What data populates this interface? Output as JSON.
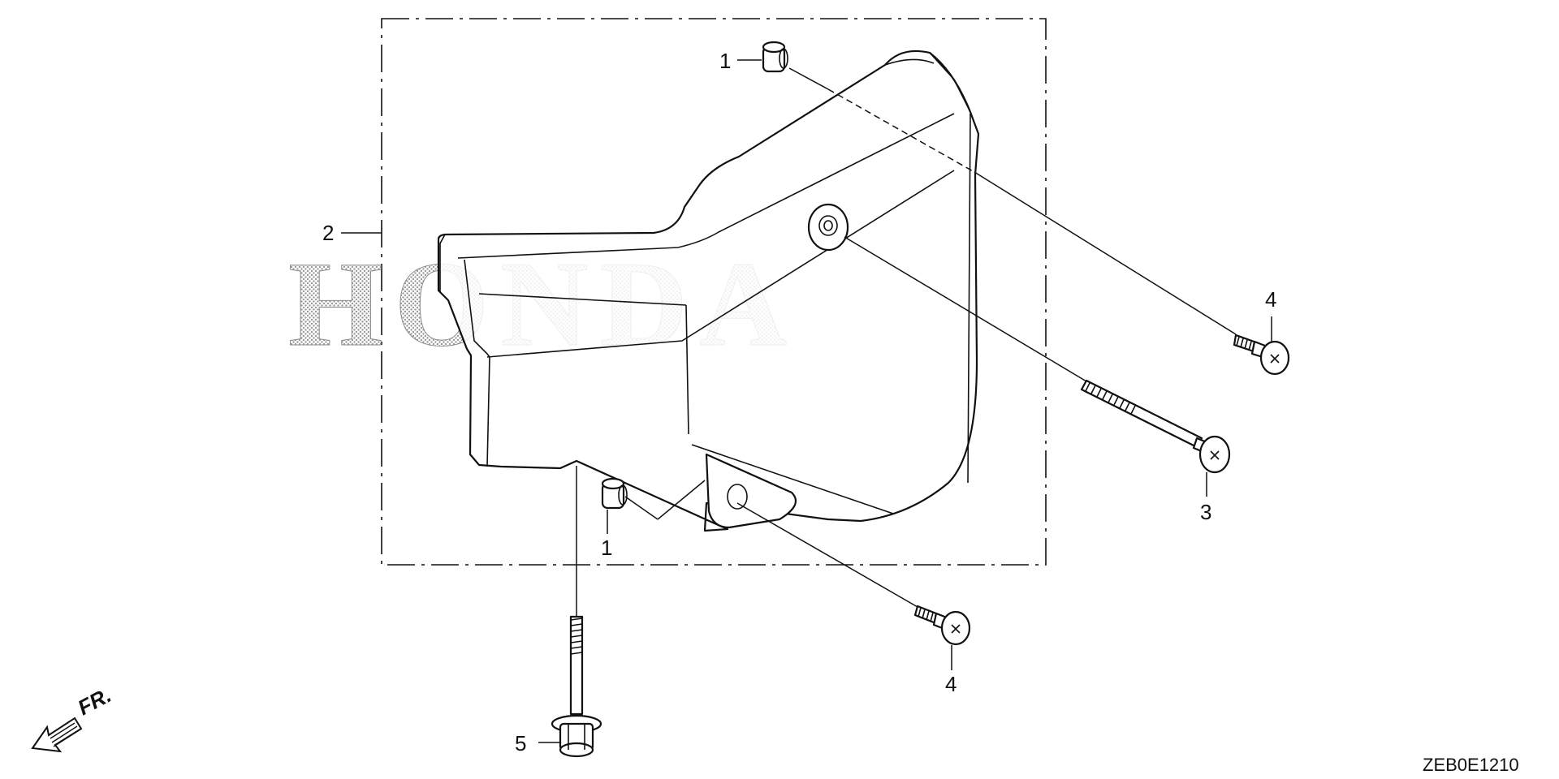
{
  "watermark": "HONDA",
  "callouts": {
    "c1_top": "1",
    "c1_bottom": "1",
    "c2": "2",
    "c3": "3",
    "c4_upper": "4",
    "c4_lower": "4",
    "c5": "5"
  },
  "direction_label": "FR.",
  "drawing_code": "ZEB0E1210",
  "colors": {
    "line": "#111111",
    "background": "#ffffff",
    "watermark_dots": "#9a9a9a"
  }
}
